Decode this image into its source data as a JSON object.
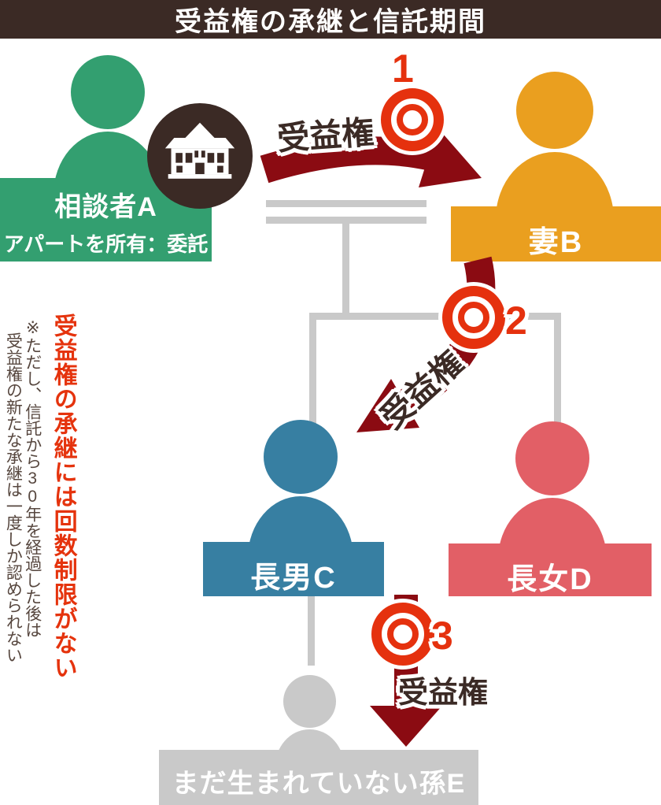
{
  "title": "受益権の承継と信託期間",
  "family": {
    "consultant_a": {
      "name": "相談者A",
      "subtitle": "アパートを所有：委託者",
      "color": "#339f70"
    },
    "wife_b": {
      "name": "妻B",
      "color": "#ea9f1f"
    },
    "son_c": {
      "name": "長男C",
      "color": "#377fa2"
    },
    "daughter_d": {
      "name": "長女D",
      "color": "#e25f66"
    },
    "grandchild_e": {
      "name": "まだ生まれていない孫E",
      "color": "#c9c9c9"
    }
  },
  "transfers": [
    {
      "step": "1",
      "label": "受益権"
    },
    {
      "step": "2",
      "label": "受益権"
    },
    {
      "step": "3",
      "label": "受益権"
    }
  ],
  "side_note": {
    "headline": "受益権の承継には回数制限がない",
    "note_line_1": "※ただし、信託から30年を経過した後は",
    "note_line_2": "受益権の新たな承継は一度しか認められない"
  },
  "icons": {
    "house": "house-icon"
  },
  "colors": {
    "title_bar_brown": "#3b2a25",
    "arrow_dark_red": "#8b0b12",
    "badge_red": "#e5310e",
    "tree_line_gray": "#c9c9c9",
    "headline_red": "#e5330d",
    "note_text": "#57473f"
  }
}
